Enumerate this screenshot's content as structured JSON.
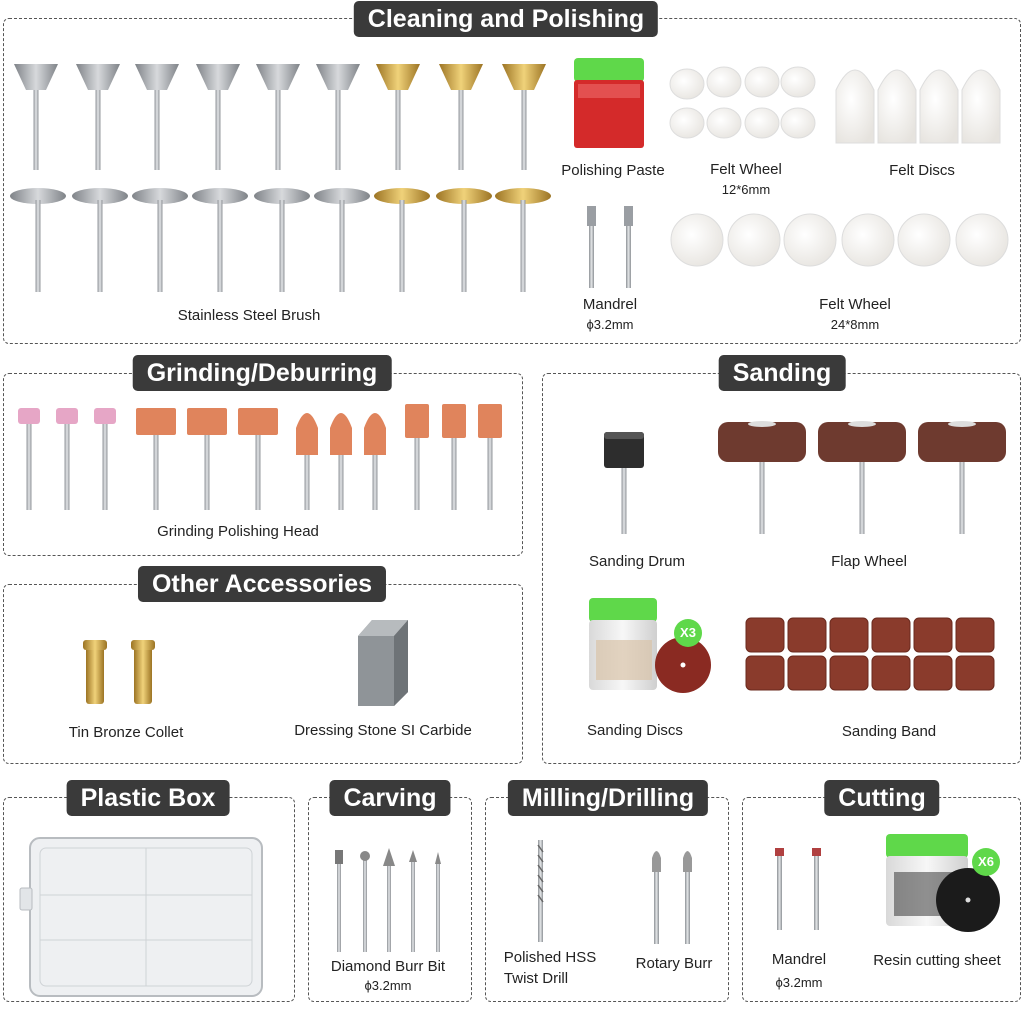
{
  "sections": {
    "cleaning": {
      "title": "Cleaning and Polishing",
      "labels": {
        "polishing_paste": "Polishing Paste",
        "felt_wheel_small": "Felt Wheel",
        "felt_wheel_small_size": "12*6mm",
        "felt_discs": "Felt Discs",
        "steel_brush": "Stainless Steel Brush",
        "mandrel": "Mandrel",
        "mandrel_size": "ϕ3.2mm",
        "felt_wheel_large": "Felt Wheel",
        "felt_wheel_large_size": "24*8mm"
      }
    },
    "grinding": {
      "title": "Grinding/Deburring",
      "labels": {
        "head": "Grinding Polishing Head"
      }
    },
    "sanding": {
      "title": "Sanding",
      "labels": {
        "drum": "Sanding Drum",
        "flap": "Flap Wheel",
        "discs": "Sanding Discs",
        "discs_count": "X3",
        "band": "Sanding Band"
      }
    },
    "other": {
      "title": "Other Accessories",
      "labels": {
        "collet": "Tin Bronze Collet",
        "stone": "Dressing Stone SI Carbide"
      }
    },
    "plastic_box": {
      "title": "Plastic Box"
    },
    "carving": {
      "title": "Carving",
      "labels": {
        "burr": "Diamond Burr Bit",
        "burr_size": "ϕ3.2mm"
      }
    },
    "milling": {
      "title": "Milling/Drilling",
      "labels": {
        "drill_1": "Polished HSS",
        "drill_2": "Twist Drill",
        "rotary": "Rotary Burr"
      }
    },
    "cutting": {
      "title": "Cutting",
      "labels": {
        "mandrel": "Mandrel",
        "mandrel_size": "ϕ3.2mm",
        "resin": "Resin cutting sheet",
        "resin_count": "X6"
      }
    }
  },
  "colors": {
    "tag_bg": "#3a3a3a",
    "steel": "#a9adb2",
    "brass": "#c9a24a",
    "felt": "#f1efeb",
    "stone_orange": "#e0845c",
    "stone_pink": "#e6a6c6",
    "green_cap": "#5fd84a",
    "paste_red": "#d42a2a",
    "flap_brown": "#6e3a2f",
    "band_brown": "#8a3b2c"
  }
}
